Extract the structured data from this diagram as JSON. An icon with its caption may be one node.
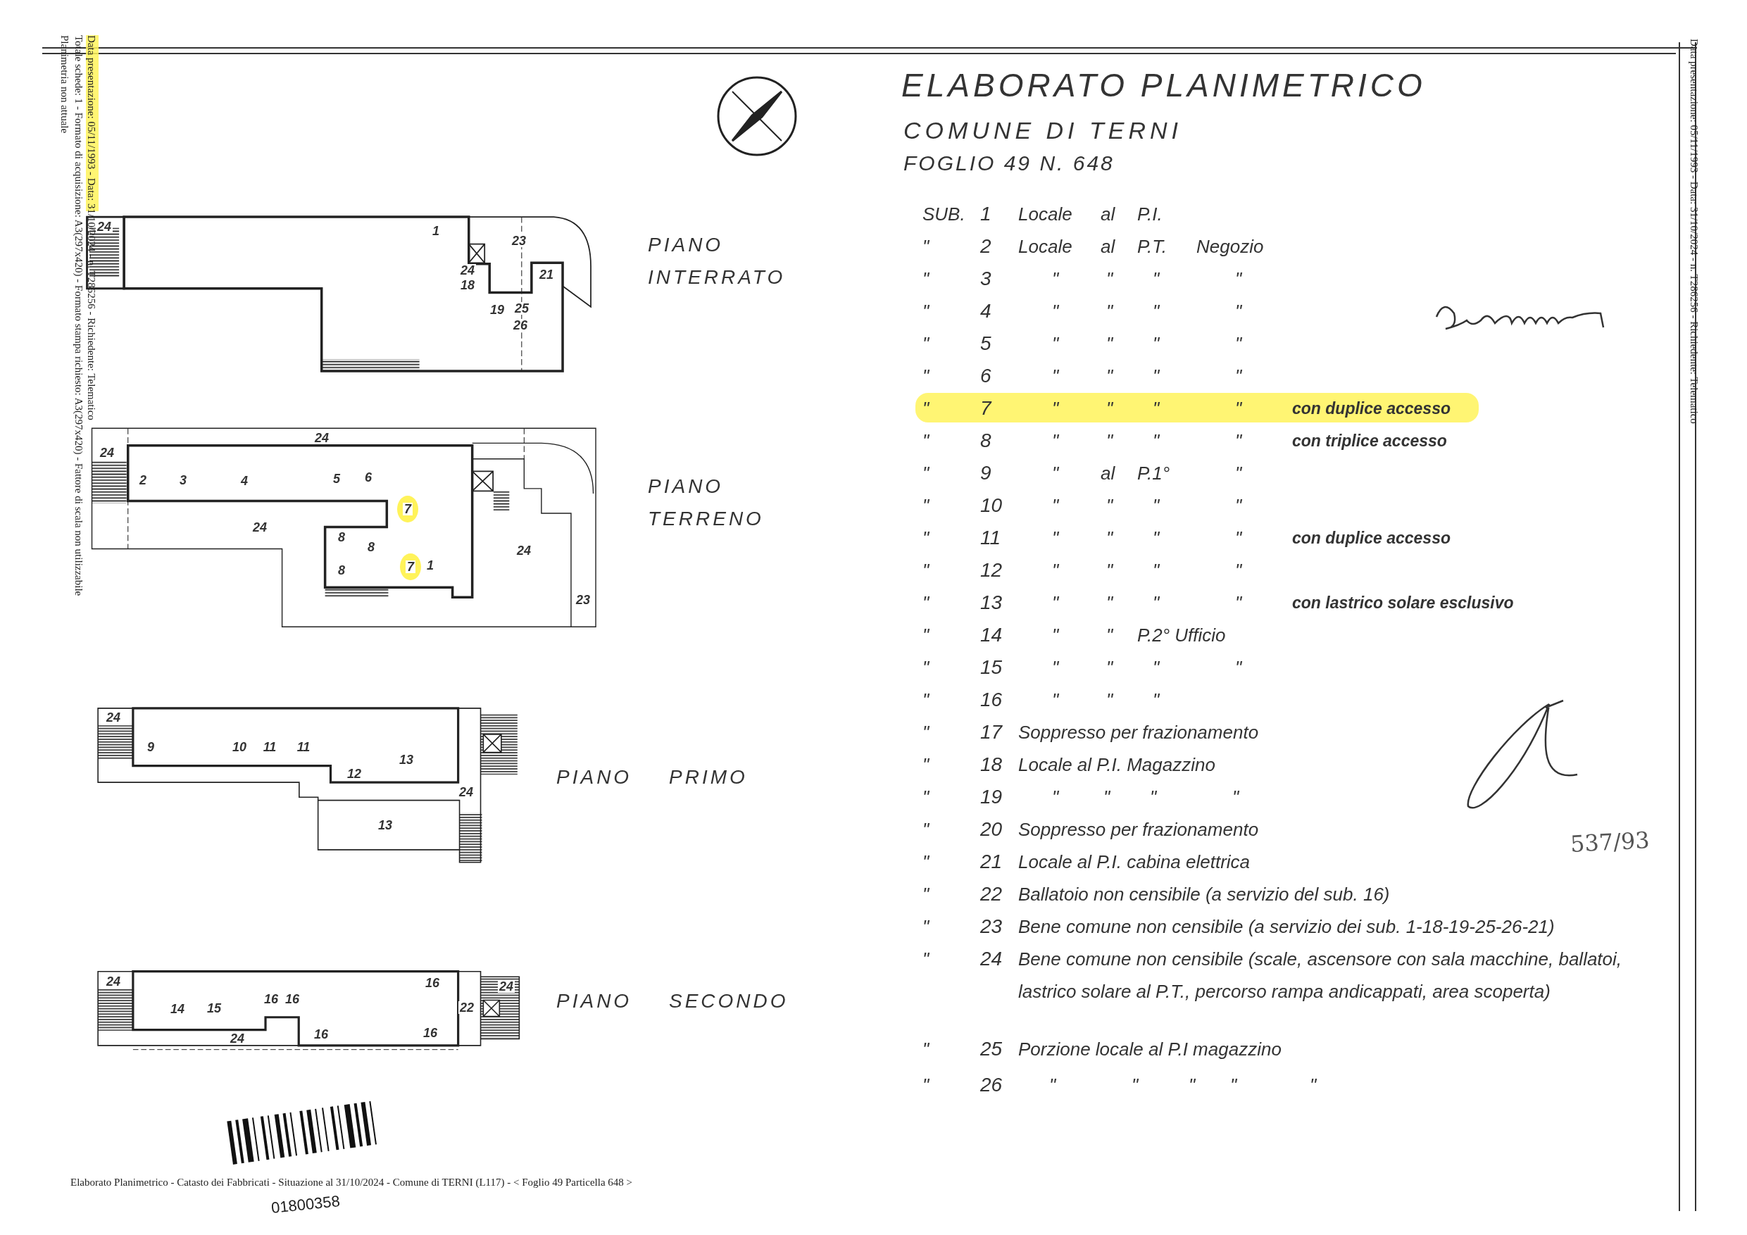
{
  "diagram": {
    "title": "ELABORATO PLANIMETRICO",
    "labels": [
      "Data presentazione: 05/11/1993 - Data: 31/10/2024 - n. T286256 - Richiedente: Telematico",
      "Totale schede: 1 - Formato di acquisizione: A3(297x420) - Formato stampa richiesto: A3(297x420) - Fattore di scala non utilizzabile",
      "Planimetria non attuale",
      "Data presentazione: 05/11/1993 - Data: 31/10/2024 - n. T286256 - Richiedente: Telematico",
      "COMUNE DI TERNI",
      "FOGLIO 49 N. 648",
      "24",
      "1",
      "23",
      "24",
      "18",
      "21",
      "19",
      "25",
      "26",
      "PIANO INTERRATO",
      "24",
      "24",
      "2",
      "3",
      "4",
      "5",
      "6",
      "7",
      "24",
      "8",
      "8",
      "8",
      "7",
      "1",
      "24",
      "23",
      "PIANO TERRENO",
      "24",
      "9",
      "10",
      "11",
      "11",
      "12",
      "13",
      "24",
      "13",
      "PIANO",
      "PRIMO",
      "24",
      "16",
      "24",
      "14",
      "15",
      "16",
      "16",
      "22",
      "24",
      "16",
      "16",
      "PIANO",
      "SECONDO",
      "SUB.",
      "1",
      "Locale",
      "al",
      "P.I.",
      "\"",
      "2",
      "Locale",
      "al",
      "P.T.",
      "Negozio",
      "\"",
      "3",
      "\"",
      "\"",
      "\"",
      "\"",
      "\"",
      "4",
      "\"",
      "\"",
      "\"",
      "\"",
      "\"",
      "5",
      "\"",
      "\"",
      "\"",
      "\"",
      "\"",
      "6",
      "\"",
      "\"",
      "\"",
      "\"",
      "\"",
      "7",
      "\"",
      "\"",
      "\"",
      "\"",
      "con duplice accesso",
      "\"",
      "8",
      "\"",
      "\"",
      "\"",
      "\"",
      "con triplice accesso",
      "\"",
      "9",
      "\"",
      "al",
      "P.1°",
      "\"",
      "\"",
      "10",
      "\"",
      "\"",
      "\"",
      "\"",
      "\"",
      "11",
      "\"",
      "\"",
      "\"",
      "\"",
      "con duplice accesso",
      "\"",
      "12",
      "\"",
      "\"",
      "\"",
      "\"",
      "\"",
      "13",
      "\"",
      "\"",
      "\"",
      "\"",
      "con lastrico solare esclusivo",
      "\"",
      "14",
      "\"",
      "\"",
      "P.2° Ufficio",
      "\"",
      "15",
      "\"",
      "\"",
      "\"",
      "\"",
      "\"",
      "16",
      "\"",
      "\"",
      "\"",
      "\"",
      "17",
      "Soppresso per frazionamento",
      "\"",
      "18",
      "Locale al P.I. Magazzino",
      "\"",
      "19",
      "\"",
      "\"",
      "\"",
      "\"",
      "\"",
      "20",
      "Soppresso per frazionamento",
      "\"",
      "21",
      "Locale al P.I. cabina elettrica",
      "\"",
      "22",
      "Ballatoio non censibile (a servizio del sub. 16)",
      "\"",
      "23",
      "Bene comune non censibile (a servizio dei sub. 1-18-19-25-26-21)",
      "\"",
      "24",
      "Bene comune non censibile (scale, ascensore con sala macchine, ballatoi, lastrico solare al P.T., percorso rampa andicappati, area scoperta)",
      "\"",
      "25",
      "Porzione locale al P.I magazzino",
      "\"",
      "26",
      "\"",
      "\"",
      "\"",
      "\"",
      "\"",
      "537/93",
      "Elaborato Planimetrico - Catasto dei Fabbricati - Situazione al 31/10/2024 - Comune di TERNI (L117) - < Foglio 49 Particella 648 >",
      "01800358"
    ]
  }
}
